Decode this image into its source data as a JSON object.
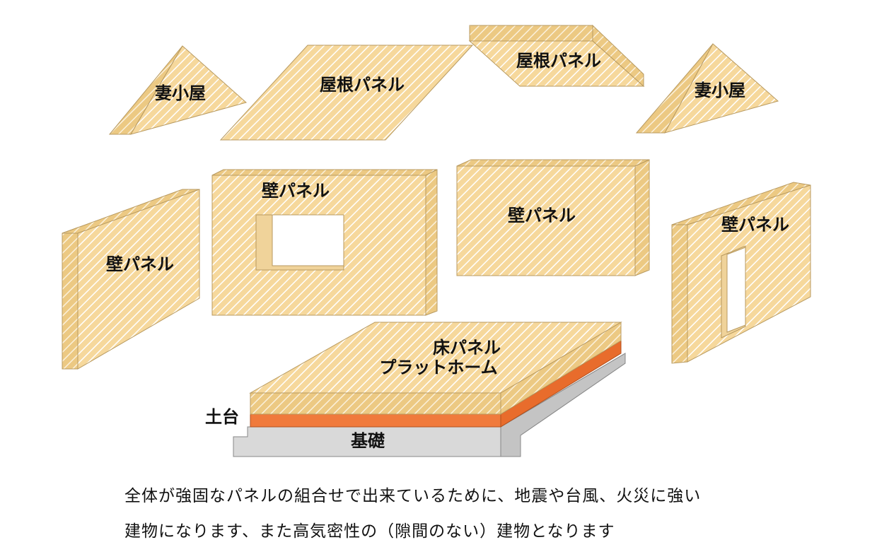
{
  "labels": {
    "gable_left": "妻小屋",
    "gable_right": "妻小屋",
    "roof_main": "屋根パネル",
    "roof_small": "屋根パネル",
    "wall_left": "壁パネル",
    "wall_window": "壁パネル",
    "wall_center": "壁パネル",
    "wall_right": "壁パネル",
    "floor_line1": "床パネル",
    "floor_line2": "プラットホーム",
    "sill": "土台",
    "foundation": "基礎"
  },
  "caption": {
    "line1": "全体が強固なパネルの組合せで出来ているために、地震や台風、火災に強い",
    "line2": "建物になります、また高気密性の（隙間のない）建物となります"
  },
  "colors": {
    "panel": "#f6d89c",
    "panel_stripe": "#ffffff",
    "edge": "#e9c77e",
    "sill": "#f07a3c",
    "foundation": "#d9d9d9"
  }
}
